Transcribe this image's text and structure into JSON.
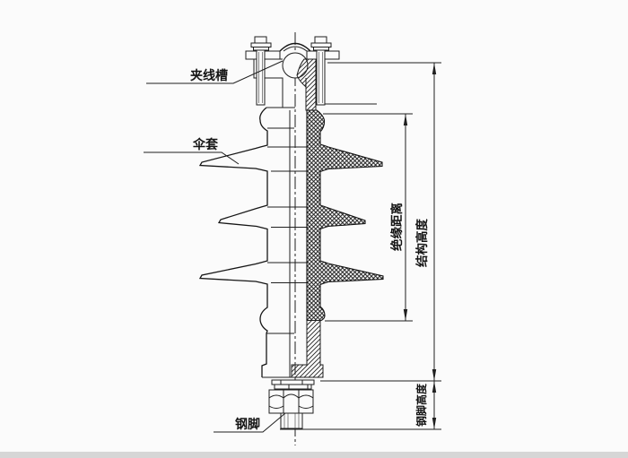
{
  "figure_labels": {
    "clamp_groove": "夹线槽",
    "sheath": "伞套",
    "steel_pin": "钢脚"
  },
  "dimension_labels": {
    "insulation_distance": "绝缘距离",
    "structure_height": "结构高度",
    "steel_pin_height": "钢脚高度"
  },
  "colors": {
    "line": "#1f1f1f",
    "background": "#fbfbfb",
    "footer_bar": "#d6d6d6"
  }
}
